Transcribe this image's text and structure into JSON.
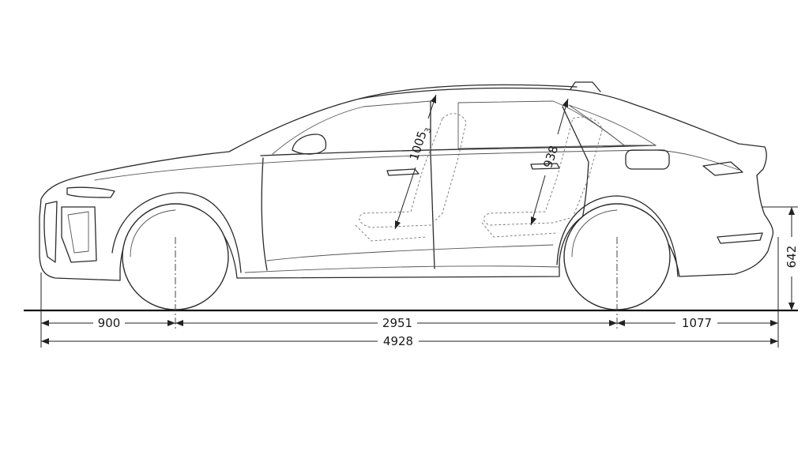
{
  "dimensions": {
    "front_overhang": "900",
    "wheelbase": "2951",
    "rear_overhang": "1077",
    "overall_length": "4928",
    "ground_to_bumper": "642",
    "front_headroom": "1005",
    "front_headroom_suffix": "3",
    "rear_headroom": "938"
  },
  "colors": {
    "line": "#2b2b2b",
    "background": "#ffffff"
  }
}
